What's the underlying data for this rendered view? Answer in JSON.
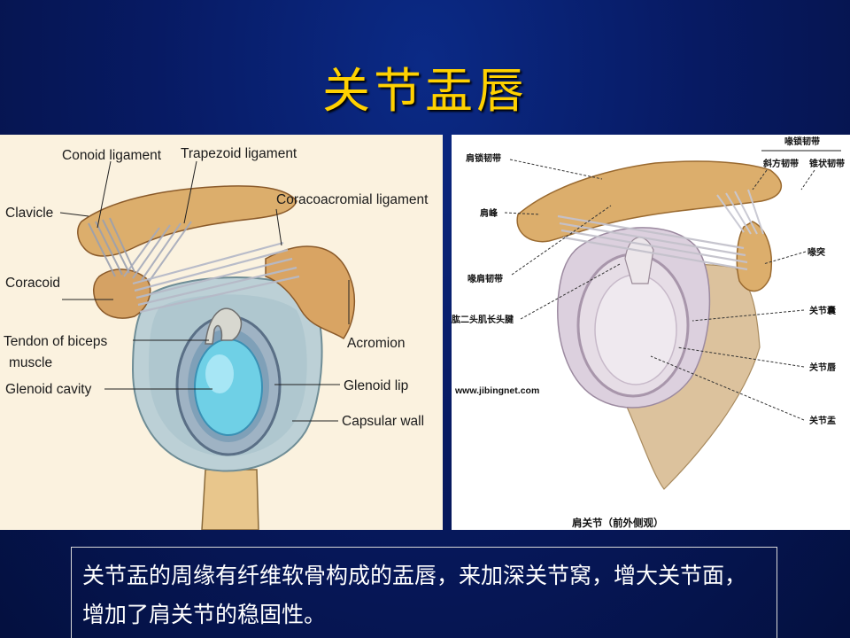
{
  "slide": {
    "title": "关节盂唇",
    "caption": "关节盂的周缘有纤维软骨构成的盂唇，来加深关节窝，增大关节面，增加了肩关节的稳固性。"
  },
  "left_figure": {
    "labels": {
      "conoid_ligament": "Conoid ligament",
      "trapezoid_ligament": "Trapezoid ligament",
      "clavicle": "Clavicle",
      "coracoacromial_ligament": "Coracoacromial ligament",
      "coracoid": "Coracoid",
      "acromion": "Acromion",
      "tendon_biceps_1": "Tendon of biceps",
      "tendon_biceps_2": "muscle",
      "glenoid_cavity": "Glenoid cavity",
      "glenoid_lip": "Glenoid lip",
      "capsular_wall": "Capsular wall"
    }
  },
  "right_figure": {
    "labels": {
      "coracoclavicular": "喙锁韧带",
      "acromioclavicular": "肩锁韧带",
      "trapezoid": "斜方韧带",
      "conoid": "锥状韧带",
      "acromion": "肩峰",
      "coracoid": "喙突",
      "coracoacromial": "喙肩韧带",
      "capsule": "关节囊",
      "biceps_long_head": "肱二头肌长头腱",
      "labrum": "关节唇",
      "glenoid": "关节盂"
    },
    "watermark": "www.jibingnet.com",
    "caption": "肩关节（前外侧观）"
  }
}
